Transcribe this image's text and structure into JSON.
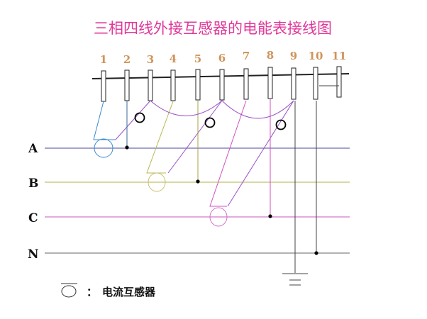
{
  "title": "三相四线外接互感器的电能表接线图",
  "terminals": [
    "1",
    "2",
    "3",
    "4",
    "5",
    "6",
    "7",
    "8",
    "9",
    "10",
    "11"
  ],
  "phases": [
    "A",
    "B",
    "C",
    "N"
  ],
  "legend": {
    "separator": "：",
    "label": "电流互感器"
  },
  "colors": {
    "A": "#6d6db0",
    "B": "#cccc88",
    "C": "#d878c8",
    "N": "#999999",
    "cross": "#9a50c8",
    "title": "#e0389a"
  }
}
